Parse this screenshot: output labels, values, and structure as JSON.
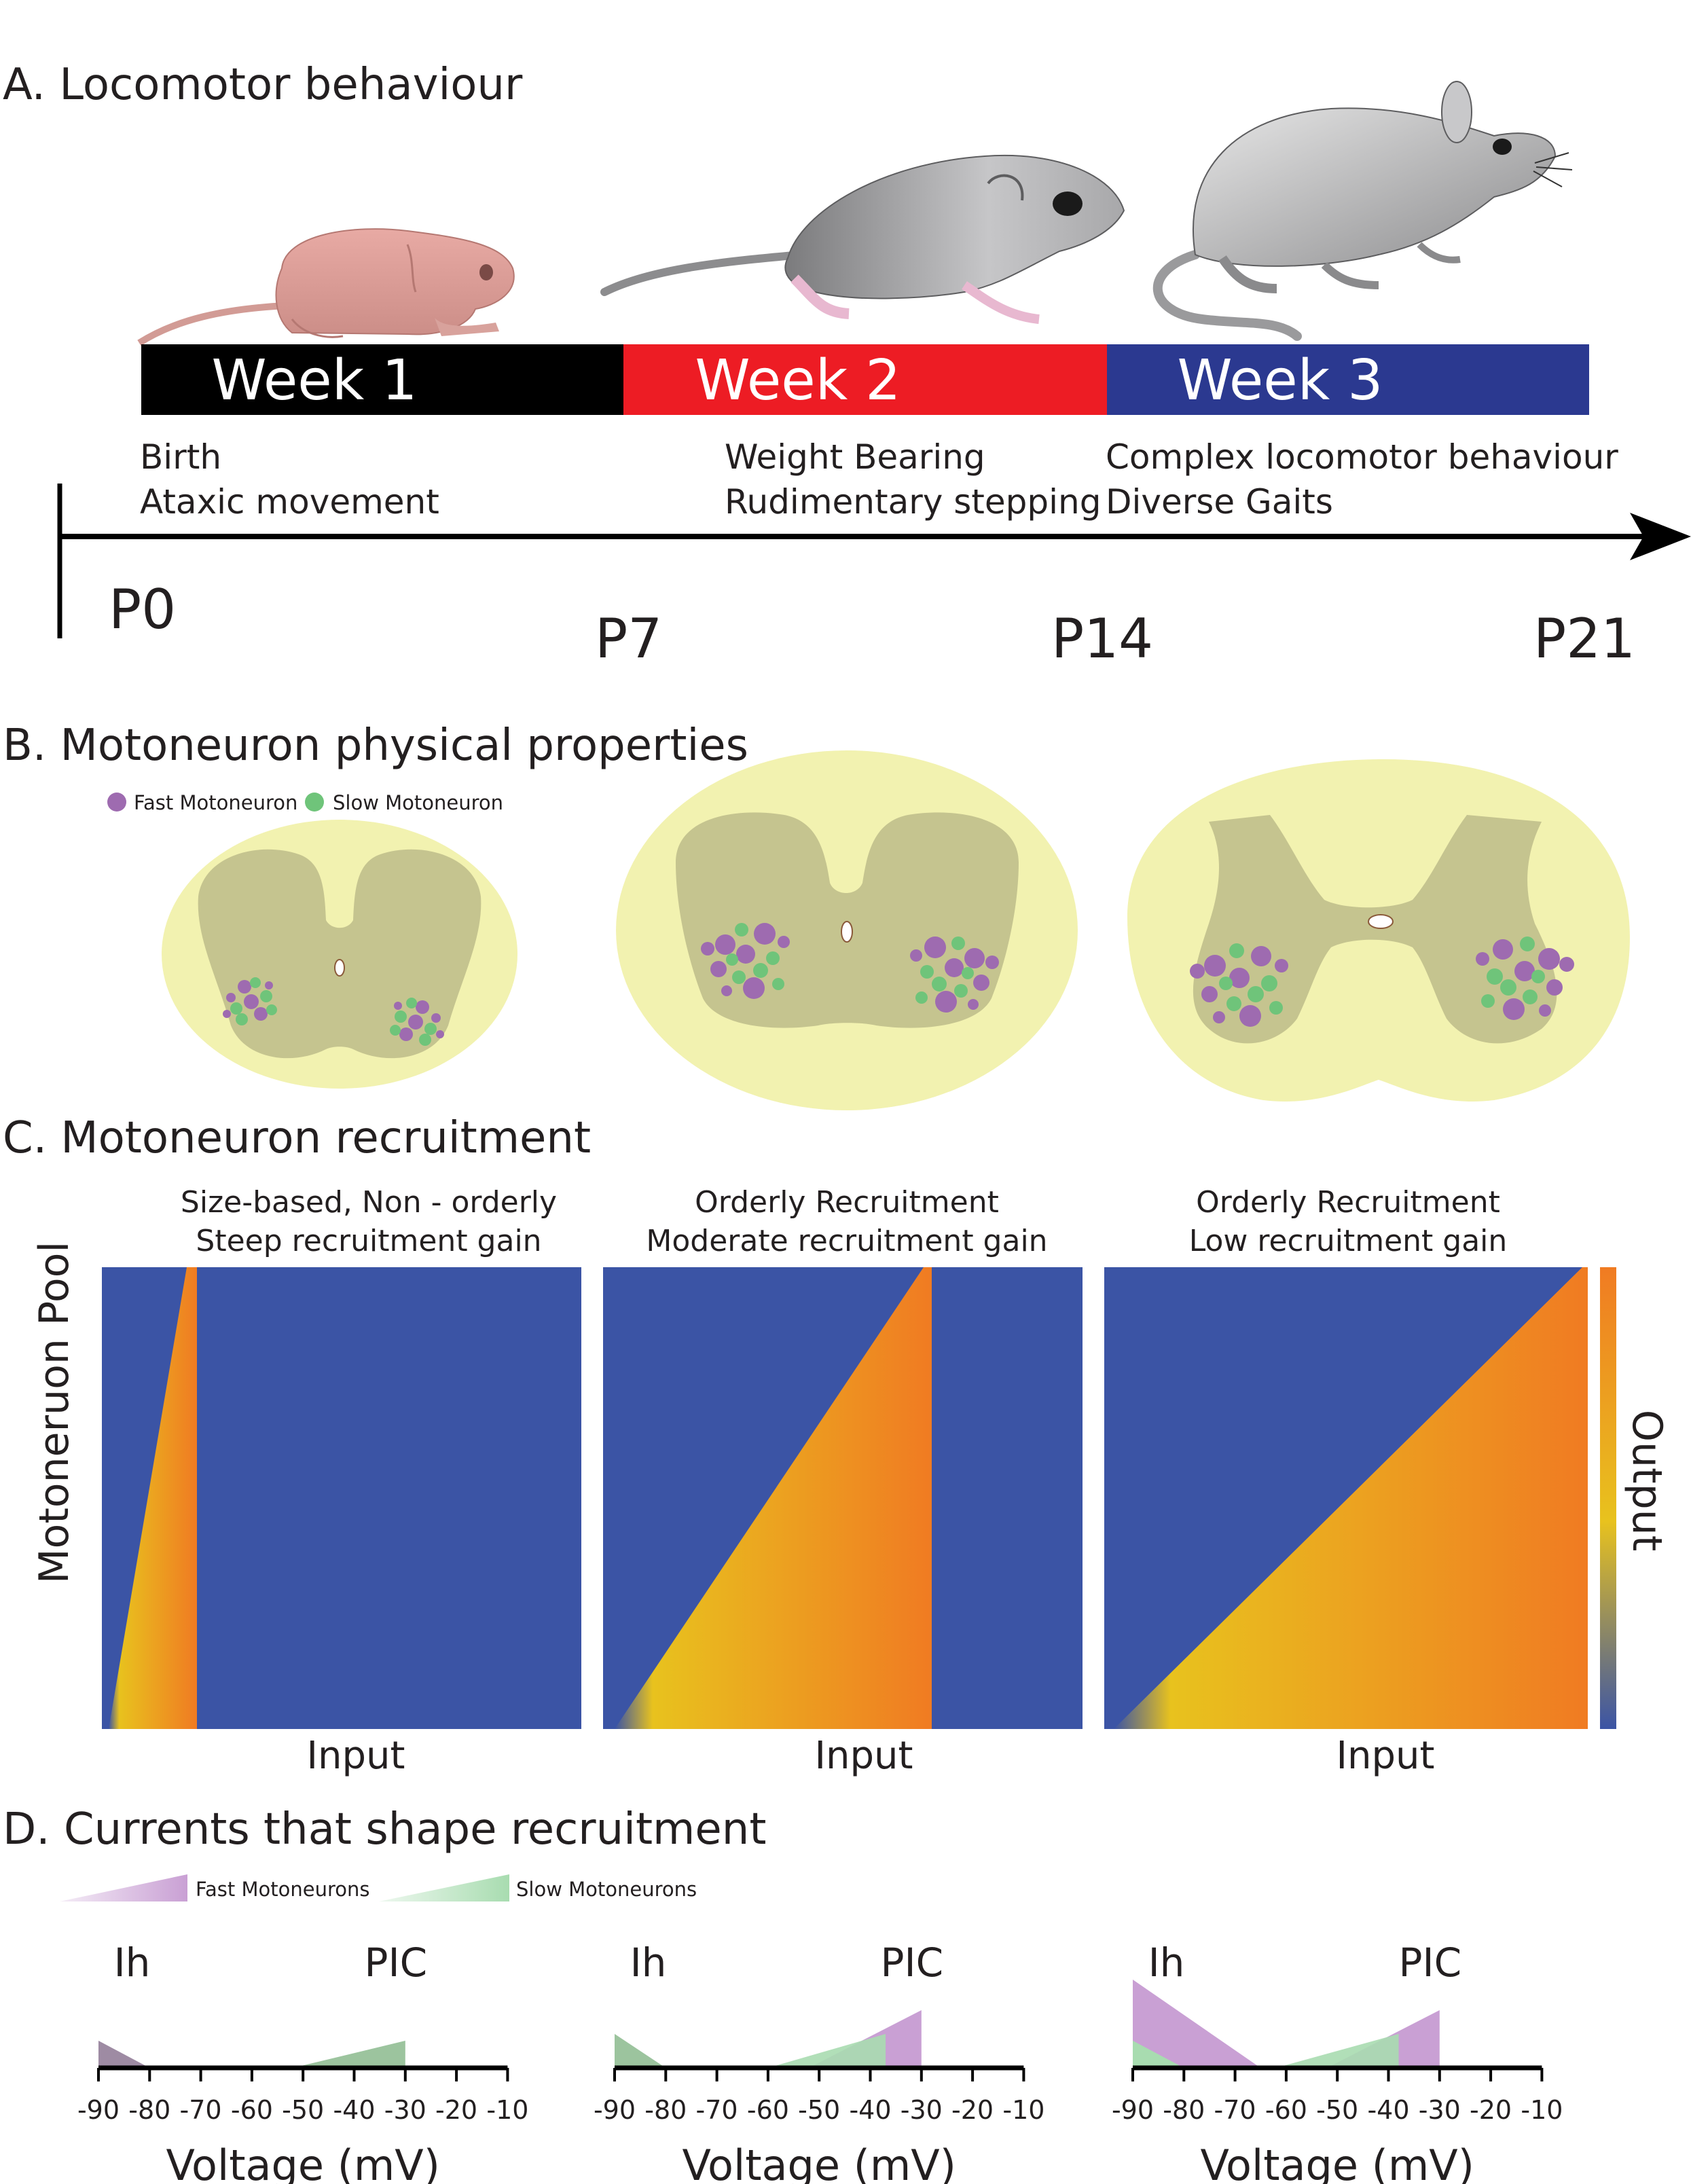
{
  "panelA": {
    "title": "A. Locomotor behaviour",
    "weeks": [
      {
        "label": "Week 1",
        "color": "#000000"
      },
      {
        "label": "Week 2",
        "color": "#ed1c24"
      },
      {
        "label": "Week 3",
        "color": "#2b3990"
      }
    ],
    "milestones": [
      {
        "line1": "Birth",
        "line2": "Ataxic movement"
      },
      {
        "line1": "Weight Bearing",
        "line2": "Rudimentary stepping"
      },
      {
        "line1": "Complex locomotor behaviour",
        "line2": "Diverse Gaits"
      }
    ],
    "timeline_labels": [
      "P0",
      "P7",
      "P14",
      "P21"
    ]
  },
  "panelB": {
    "title": "B. Motoneuron physical properties",
    "legend": [
      {
        "label": "Fast Motoneuron",
        "color": "#9e6bb0"
      },
      {
        "label": "Slow Motoneuron",
        "color": "#6fc47a"
      }
    ]
  },
  "panelC": {
    "title": "C. Motoneuron recruitment",
    "y_label": "Motoneruon Pool",
    "colorbar_label": "Output",
    "x_label": "Input",
    "heatmaps": [
      {
        "line1": "Size-based, Non - orderly",
        "line2": "Steep recruitment gain"
      },
      {
        "line1": "Orderly Recruitment",
        "line2": "Moderate recruitment gain"
      },
      {
        "line1": "Orderly Recruitment",
        "line2": "Low recruitment gain"
      }
    ],
    "colors": {
      "low": "#3b54a5",
      "mid": "#e8c21e",
      "high": "#f07b22"
    }
  },
  "panelD": {
    "title": "D. Currents that shape recruitment",
    "legend": [
      {
        "label": "Fast Motoneurons",
        "color": "#c9a0d4"
      },
      {
        "label": "Slow Motoneurons",
        "color": "#a8dcb0"
      }
    ],
    "current_labels": {
      "ih": "Ih",
      "pic": "PIC"
    },
    "x_label": "Voltage (mV)",
    "ticks": [
      "-90",
      "-80",
      "-70",
      "-60",
      "-50",
      "-40",
      "-30",
      "-20",
      "-10"
    ]
  }
}
